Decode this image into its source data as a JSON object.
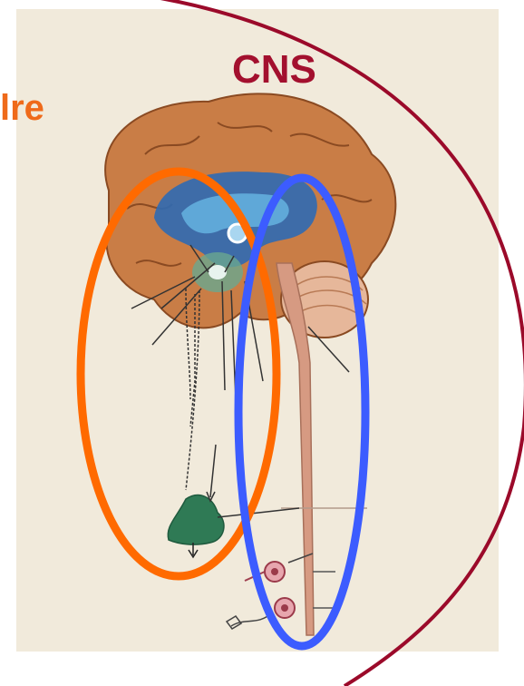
{
  "diagram": {
    "labels": {
      "left_partial": "lre",
      "cns": "CNS"
    },
    "colors": {
      "background_panel": "#f1eadb",
      "cns_boundary": "#9b0a2a",
      "left_label": "#ef6a1a",
      "cns_label": "#a3102e",
      "orange_ellipse": "#ff6a00",
      "blue_ellipse": "#3c5cff",
      "brain_tan": "#c97d46",
      "brain_outline": "#8a4a22",
      "ventricle_blue": "#2f6ab3",
      "gland_green": "#2f7a55",
      "cord": "#d69a82"
    },
    "icons": [
      "brain-illustration",
      "cerebellum-illustration",
      "spinal-cord-illustration",
      "pituitary-gland-illustration",
      "ganglion-illustration"
    ]
  }
}
